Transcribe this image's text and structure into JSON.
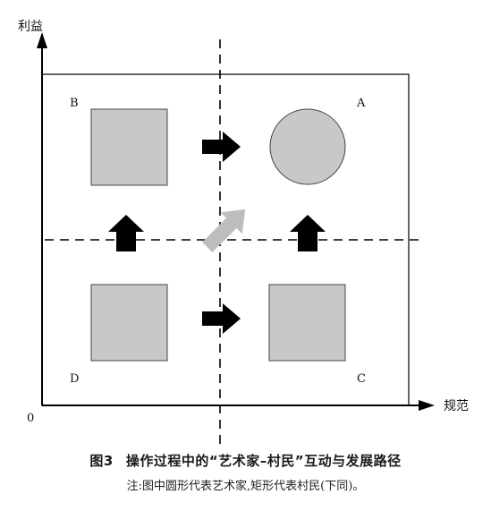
{
  "axes": {
    "y_label": "利益",
    "x_label": "规范",
    "origin": "0"
  },
  "quadrants": {
    "A": "A",
    "B": "B",
    "C": "C",
    "D": "D"
  },
  "caption": {
    "number": "图3",
    "title": "操作过程中的“艺术家–村民”互动与发展路径",
    "note": "注:图中圆形代表艺术家,矩形代表村民(下同)。"
  },
  "colors": {
    "shape_fill": "#c8c8c8",
    "arrow_dark": "#000000",
    "arrow_light": "#bdbdbd"
  }
}
